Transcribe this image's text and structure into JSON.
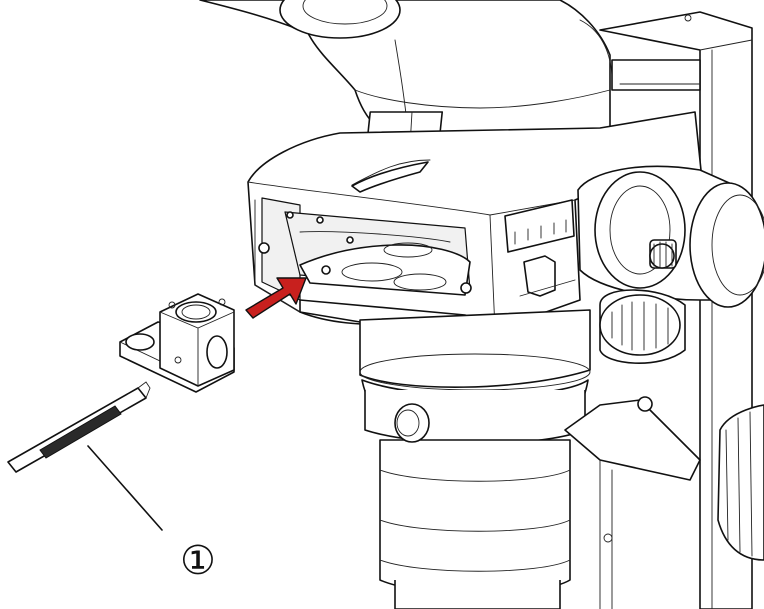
{
  "callouts": [
    {
      "number": "①",
      "target": "tool-rod"
    }
  ],
  "arrow": {
    "color": "#c8201e",
    "direction": "insert-into-slot"
  },
  "icons": [
    "insertion-arrow-icon"
  ]
}
